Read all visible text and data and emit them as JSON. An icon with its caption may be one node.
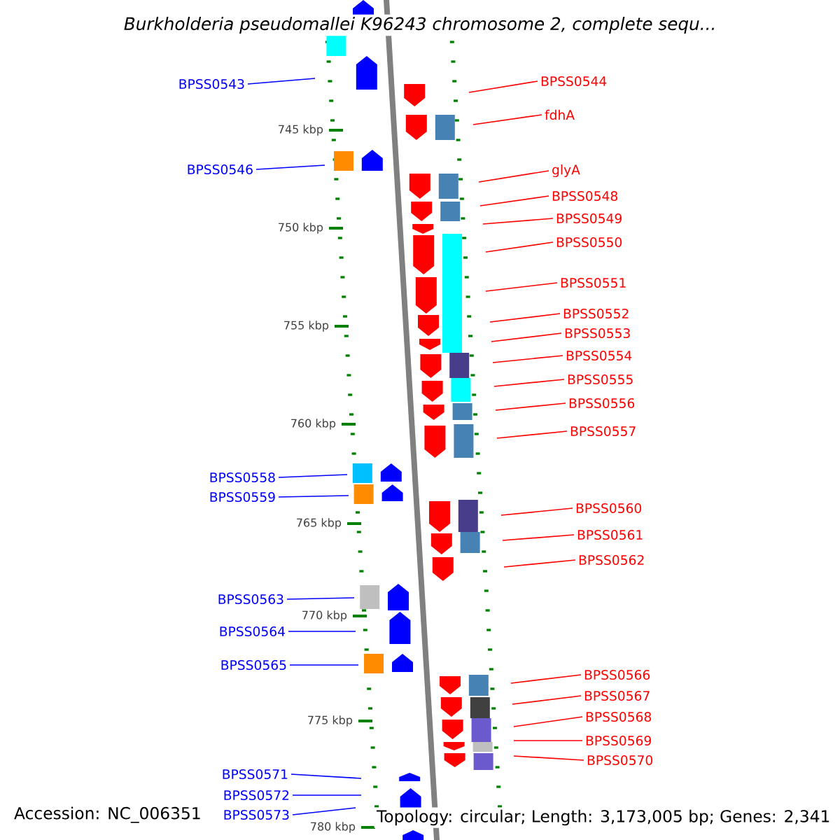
{
  "diagram": {
    "title": "Burkholderia pseudomallei K96243 chromosome 2, complete sequ...",
    "nodes": [
      {
        "text": [
          "BPSS0543"
        ]
      },
      {
        "text": [
          "BPSS0544"
        ]
      },
      {
        "text": [
          "fdhA"
        ]
      },
      {
        "text": [
          "BPSS0546"
        ]
      },
      {
        "text": [
          "glyA"
        ]
      },
      {
        "text": [
          "BPSS0548"
        ]
      },
      {
        "text": [
          "BPSS0549"
        ]
      },
      {
        "text": [
          "BPSS0550"
        ]
      },
      {
        "text": [
          "BPSS0551"
        ]
      },
      {
        "text": [
          "BPSS0552"
        ]
      },
      {
        "text": [
          "BPSS0553"
        ]
      },
      {
        "text": [
          "BPSS0554"
        ]
      },
      {
        "text": [
          "BPSS0555"
        ]
      },
      {
        "text": [
          "BPSS0556"
        ]
      },
      {
        "text": [
          "BPSS0557"
        ]
      },
      {
        "text": [
          "BPSS0558"
        ]
      },
      {
        "text": [
          "BPSS0559"
        ]
      },
      {
        "text": [
          "BPSS0560"
        ]
      },
      {
        "text": [
          "BPSS0561"
        ]
      },
      {
        "text": [
          "BPSS0562"
        ]
      },
      {
        "text": [
          "BPSS0563"
        ]
      },
      {
        "text": [
          "BPSS0564"
        ]
      },
      {
        "text": [
          "BPSS0565"
        ]
      },
      {
        "text": [
          "BPSS0566"
        ]
      },
      {
        "text": [
          "BPSS0567"
        ]
      },
      {
        "text": [
          "BPSS0568"
        ]
      },
      {
        "text": [
          "BPSS0569"
        ]
      },
      {
        "text": [
          "BPSS0570"
        ]
      },
      {
        "text": [
          "BPSS0571"
        ]
      },
      {
        "text": [
          "BPSS0572"
        ]
      },
      {
        "text": [
          "BPSS0573"
        ]
      }
    ],
    "edges": [
      {
        "from": 0,
        "to": null,
        "arrow": "none",
        "color": "#0000ff"
      },
      {
        "from": 1,
        "to": null,
        "arrow": "none"
      },
      {
        "from": 2,
        "to": null,
        "arrow": "none"
      },
      {
        "from": 3,
        "to": null,
        "arrow": "none",
        "color": "#0000ff"
      },
      {
        "from": 4,
        "to": null,
        "arrow": "none"
      },
      {
        "from": 5,
        "to": null,
        "arrow": "none"
      },
      {
        "from": 6,
        "to": null,
        "arrow": "none"
      },
      {
        "from": 7,
        "to": null,
        "arrow": "none"
      },
      {
        "from": 8,
        "to": null,
        "arrow": "none"
      },
      {
        "from": 9,
        "to": null,
        "arrow": "none"
      },
      {
        "from": 10,
        "to": null,
        "arrow": "none"
      },
      {
        "from": 11,
        "to": null,
        "arrow": "none"
      },
      {
        "from": 12,
        "to": null,
        "arrow": "none"
      },
      {
        "from": 13,
        "to": null,
        "arrow": "none"
      },
      {
        "from": 14,
        "to": null,
        "arrow": "none"
      },
      {
        "from": 15,
        "to": null,
        "arrow": "none",
        "color": "#0000ff"
      },
      {
        "from": 16,
        "to": null,
        "arrow": "none",
        "color": "#0000ff"
      },
      {
        "from": 17,
        "to": null,
        "arrow": "none"
      },
      {
        "from": 18,
        "to": null,
        "arrow": "none"
      },
      {
        "from": 19,
        "to": null,
        "arrow": "none"
      },
      {
        "from": 20,
        "to": null,
        "arrow": "none",
        "color": "#0000ff"
      },
      {
        "from": 21,
        "to": null,
        "arrow": "none",
        "color": "#0000ff"
      },
      {
        "from": 22,
        "to": null,
        "arrow": "none",
        "color": "#0000ff"
      },
      {
        "from": 23,
        "to": null,
        "arrow": "none"
      },
      {
        "from": 24,
        "to": null,
        "arrow": "none"
      },
      {
        "from": 25,
        "to": null,
        "arrow": "none"
      },
      {
        "from": 26,
        "to": null,
        "arrow": "none"
      },
      {
        "from": 27,
        "to": null,
        "arrow": "none"
      },
      {
        "from": 28,
        "to": null,
        "arrow": "none",
        "color": "#0000ff"
      },
      {
        "from": 29,
        "to": null,
        "arrow": "none",
        "color": "#0000ff"
      },
      {
        "from": 30,
        "to": null,
        "arrow": "none",
        "color": "#0000ff"
      }
    ],
    "labels": [
      "745 kbp",
      "750 kbp",
      "755 kbp",
      "760 kbp",
      "765 kbp",
      "770 kbp",
      "775 kbp",
      "780 kbp",
      "Accession: NC_006351",
      "Topology: circular; Length: 3,173,005 bp; Genes: 2,341"
    ]
  }
}
